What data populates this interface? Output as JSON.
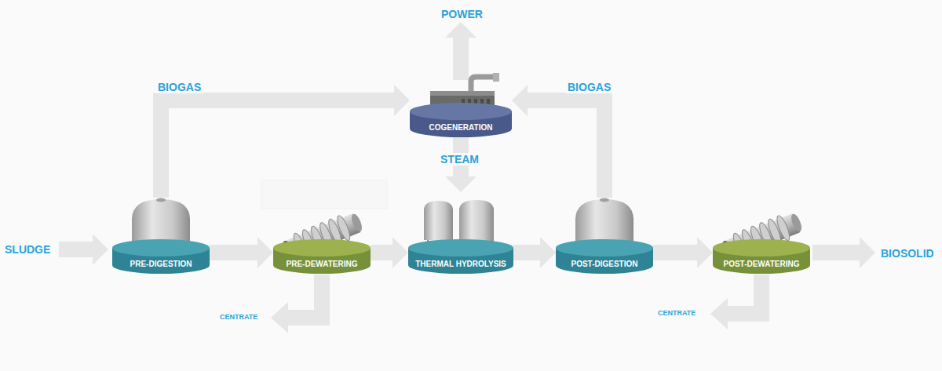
{
  "diagram": {
    "nodes": [
      {
        "text": [
          "PRE-DIGESTION"
        ]
      },
      {
        "text": [
          "PRE-DEWATERING"
        ]
      },
      {
        "text": [
          "THERMAL HYDROLYSIS"
        ]
      },
      {
        "text": [
          "POST-DIGESTION"
        ]
      },
      {
        "text": [
          "POST-DEWATERING"
        ]
      },
      {
        "text": [
          "COGENERATION"
        ]
      }
    ],
    "edges": [
      {
        "from": 0,
        "to": 1,
        "arrow": "to"
      },
      {
        "from": 1,
        "to": 2,
        "arrow": "to"
      },
      {
        "from": 2,
        "to": 3,
        "arrow": "to"
      },
      {
        "from": 3,
        "to": 4,
        "arrow": "to"
      },
      {
        "from": 0,
        "to": 5,
        "label": "BIOGAS",
        "arrow": "to"
      },
      {
        "from": 3,
        "to": 5,
        "label": "BIOGAS",
        "arrow": "to"
      },
      {
        "from": 5,
        "to": 2,
        "label": "STEAM",
        "arrow": "to"
      }
    ],
    "labels": [
      "POWER",
      "SLUDGE",
      "BIOSOLID",
      "CENTRATE",
      "CENTRATE"
    ]
  }
}
